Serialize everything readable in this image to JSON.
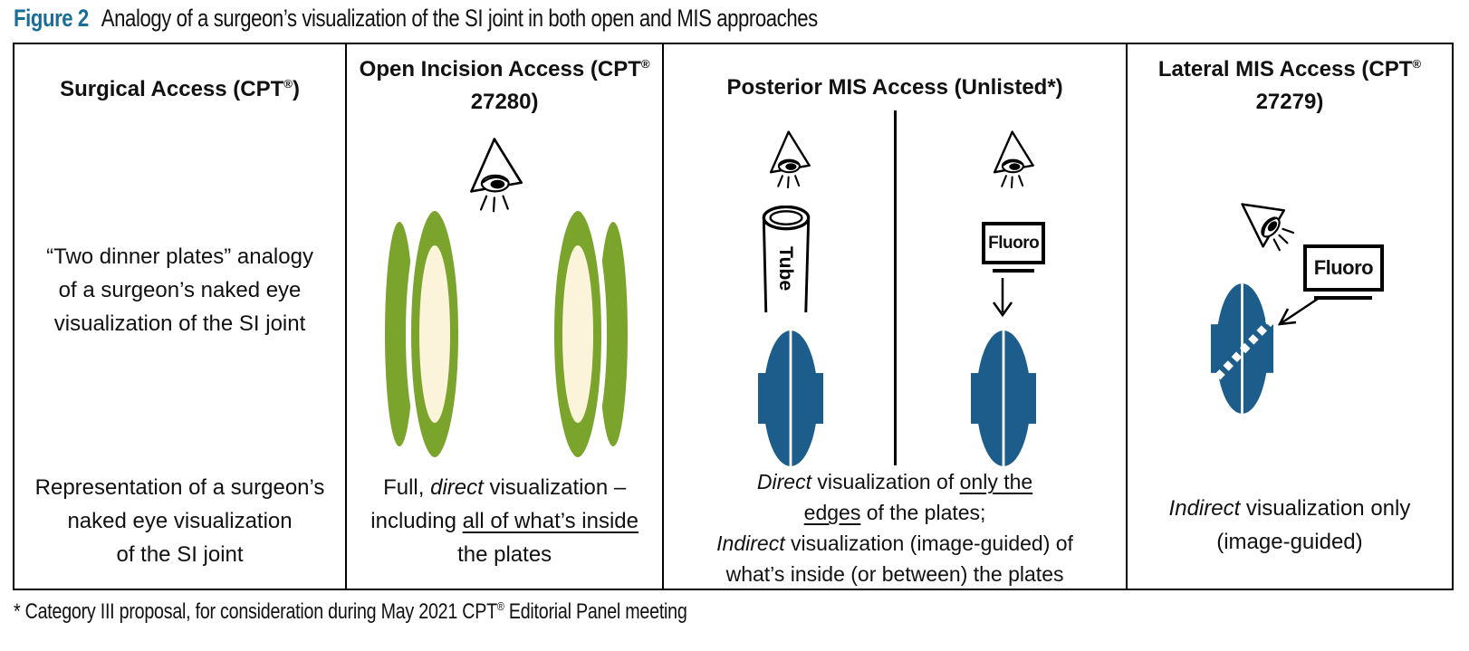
{
  "title": {
    "label": "Figure 2",
    "text": "Analogy of a surgeon’s visualization of the SI joint in both open and MIS approaches"
  },
  "footnote": "* Category III proposal, for consideration during May 2021 CPT® Editorial Panel meeting",
  "colors": {
    "figure_label_blue": "#1b6d96",
    "plate_green": "#7ba42d",
    "plate_cream": "#fbf4da",
    "joint_blue": "#1c5d8c",
    "border_black": "#000000"
  },
  "table": {
    "surgical": {
      "header": "Surgical Access (CPT®)",
      "analogy_lines": [
        "“Two dinner plates” analogy",
        "of a surgeon’s naked eye",
        "visualization of the SI joint"
      ],
      "representation_lines": [
        "Representation of a surgeon’s",
        "naked eye visualization",
        "of the SI joint"
      ]
    },
    "open": {
      "header_line1": "Open Incision Access",
      "header_line2": "(CPT® 27280)",
      "caption": {
        "l1a": "Full, ",
        "l1b": "direct",
        "l1c": " visualization –",
        "l2a": "including ",
        "l2b": "all of what’s inside",
        "l3": "the plates"
      }
    },
    "posterior": {
      "header": "Posterior MIS Access (Unlisted*)",
      "tube_label": "Tube",
      "fluoro_label": "Fluoro",
      "caption": {
        "l1a": "Direct",
        "l1b": " visualization of ",
        "l1c": "only the",
        "l2a": "edges",
        "l2b": " of the plates;",
        "l3a": "Indirect",
        "l3b": " visualization (image-guided) of",
        "l4": "what’s inside (or between) the plates"
      }
    },
    "lateral": {
      "header_line1": "Lateral MIS Access",
      "header_line2": "(CPT® 27279)",
      "fluoro_label": "Fluoro",
      "caption": {
        "l1a": "Indirect",
        "l1b": " visualization only",
        "l2": "(image-guided)"
      }
    }
  }
}
